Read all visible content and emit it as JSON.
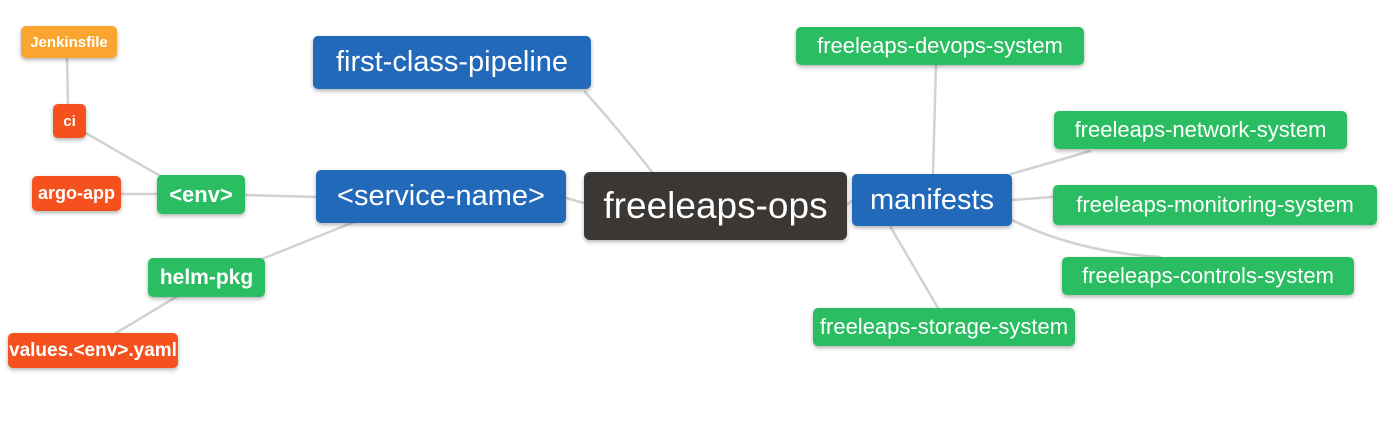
{
  "colors": {
    "background": "#ffffff",
    "edge": "#d2d2d2",
    "blue": "#2369b9",
    "green": "#2abd62",
    "red_orange": "#f4511e",
    "orange": "#f9a52f",
    "dark": "#3b3734",
    "node_text": "#ffffff"
  },
  "diagram": {
    "type": "mindmap",
    "root": "freeleaps-ops",
    "nodes": [
      {
        "id": "jenkinsfile",
        "label": "Jenkinsfile",
        "color": "orange"
      },
      {
        "id": "ci",
        "label": "ci",
        "color": "red_orange"
      },
      {
        "id": "argo-app",
        "label": "argo-app",
        "color": "red_orange"
      },
      {
        "id": "env",
        "label": "<env>",
        "color": "green"
      },
      {
        "id": "helm-pkg",
        "label": "helm-pkg",
        "color": "green"
      },
      {
        "id": "values-env-yaml",
        "label": "values.<env>.yaml",
        "color": "red_orange"
      },
      {
        "id": "first-class-pipeline",
        "label": "first-class-pipeline",
        "color": "blue"
      },
      {
        "id": "service-name",
        "label": "<service-name>",
        "color": "blue"
      },
      {
        "id": "freeleaps-ops",
        "label": "freeleaps-ops",
        "color": "dark"
      },
      {
        "id": "manifests",
        "label": "manifests",
        "color": "blue"
      },
      {
        "id": "freeleaps-devops-system",
        "label": "freeleaps-devops-system",
        "color": "green"
      },
      {
        "id": "freeleaps-network-system",
        "label": "freeleaps-network-system",
        "color": "green"
      },
      {
        "id": "freeleaps-monitoring-system",
        "label": "freeleaps-monitoring-system",
        "color": "green"
      },
      {
        "id": "freeleaps-controls-system",
        "label": "freeleaps-controls-system",
        "color": "green"
      },
      {
        "id": "freeleaps-storage-system",
        "label": "freeleaps-storage-system",
        "color": "green"
      }
    ],
    "edges": [
      [
        "jenkinsfile",
        "ci"
      ],
      [
        "ci",
        "env"
      ],
      [
        "argo-app",
        "env"
      ],
      [
        "env",
        "service-name"
      ],
      [
        "service-name",
        "helm-pkg"
      ],
      [
        "helm-pkg",
        "values-env-yaml"
      ],
      [
        "first-class-pipeline",
        "freeleaps-ops"
      ],
      [
        "service-name",
        "freeleaps-ops"
      ],
      [
        "freeleaps-ops",
        "manifests"
      ],
      [
        "manifests",
        "freeleaps-devops-system"
      ],
      [
        "manifests",
        "freeleaps-network-system"
      ],
      [
        "manifests",
        "freeleaps-monitoring-system"
      ],
      [
        "manifests",
        "freeleaps-controls-system"
      ],
      [
        "manifests",
        "freeleaps-storage-system"
      ]
    ]
  }
}
